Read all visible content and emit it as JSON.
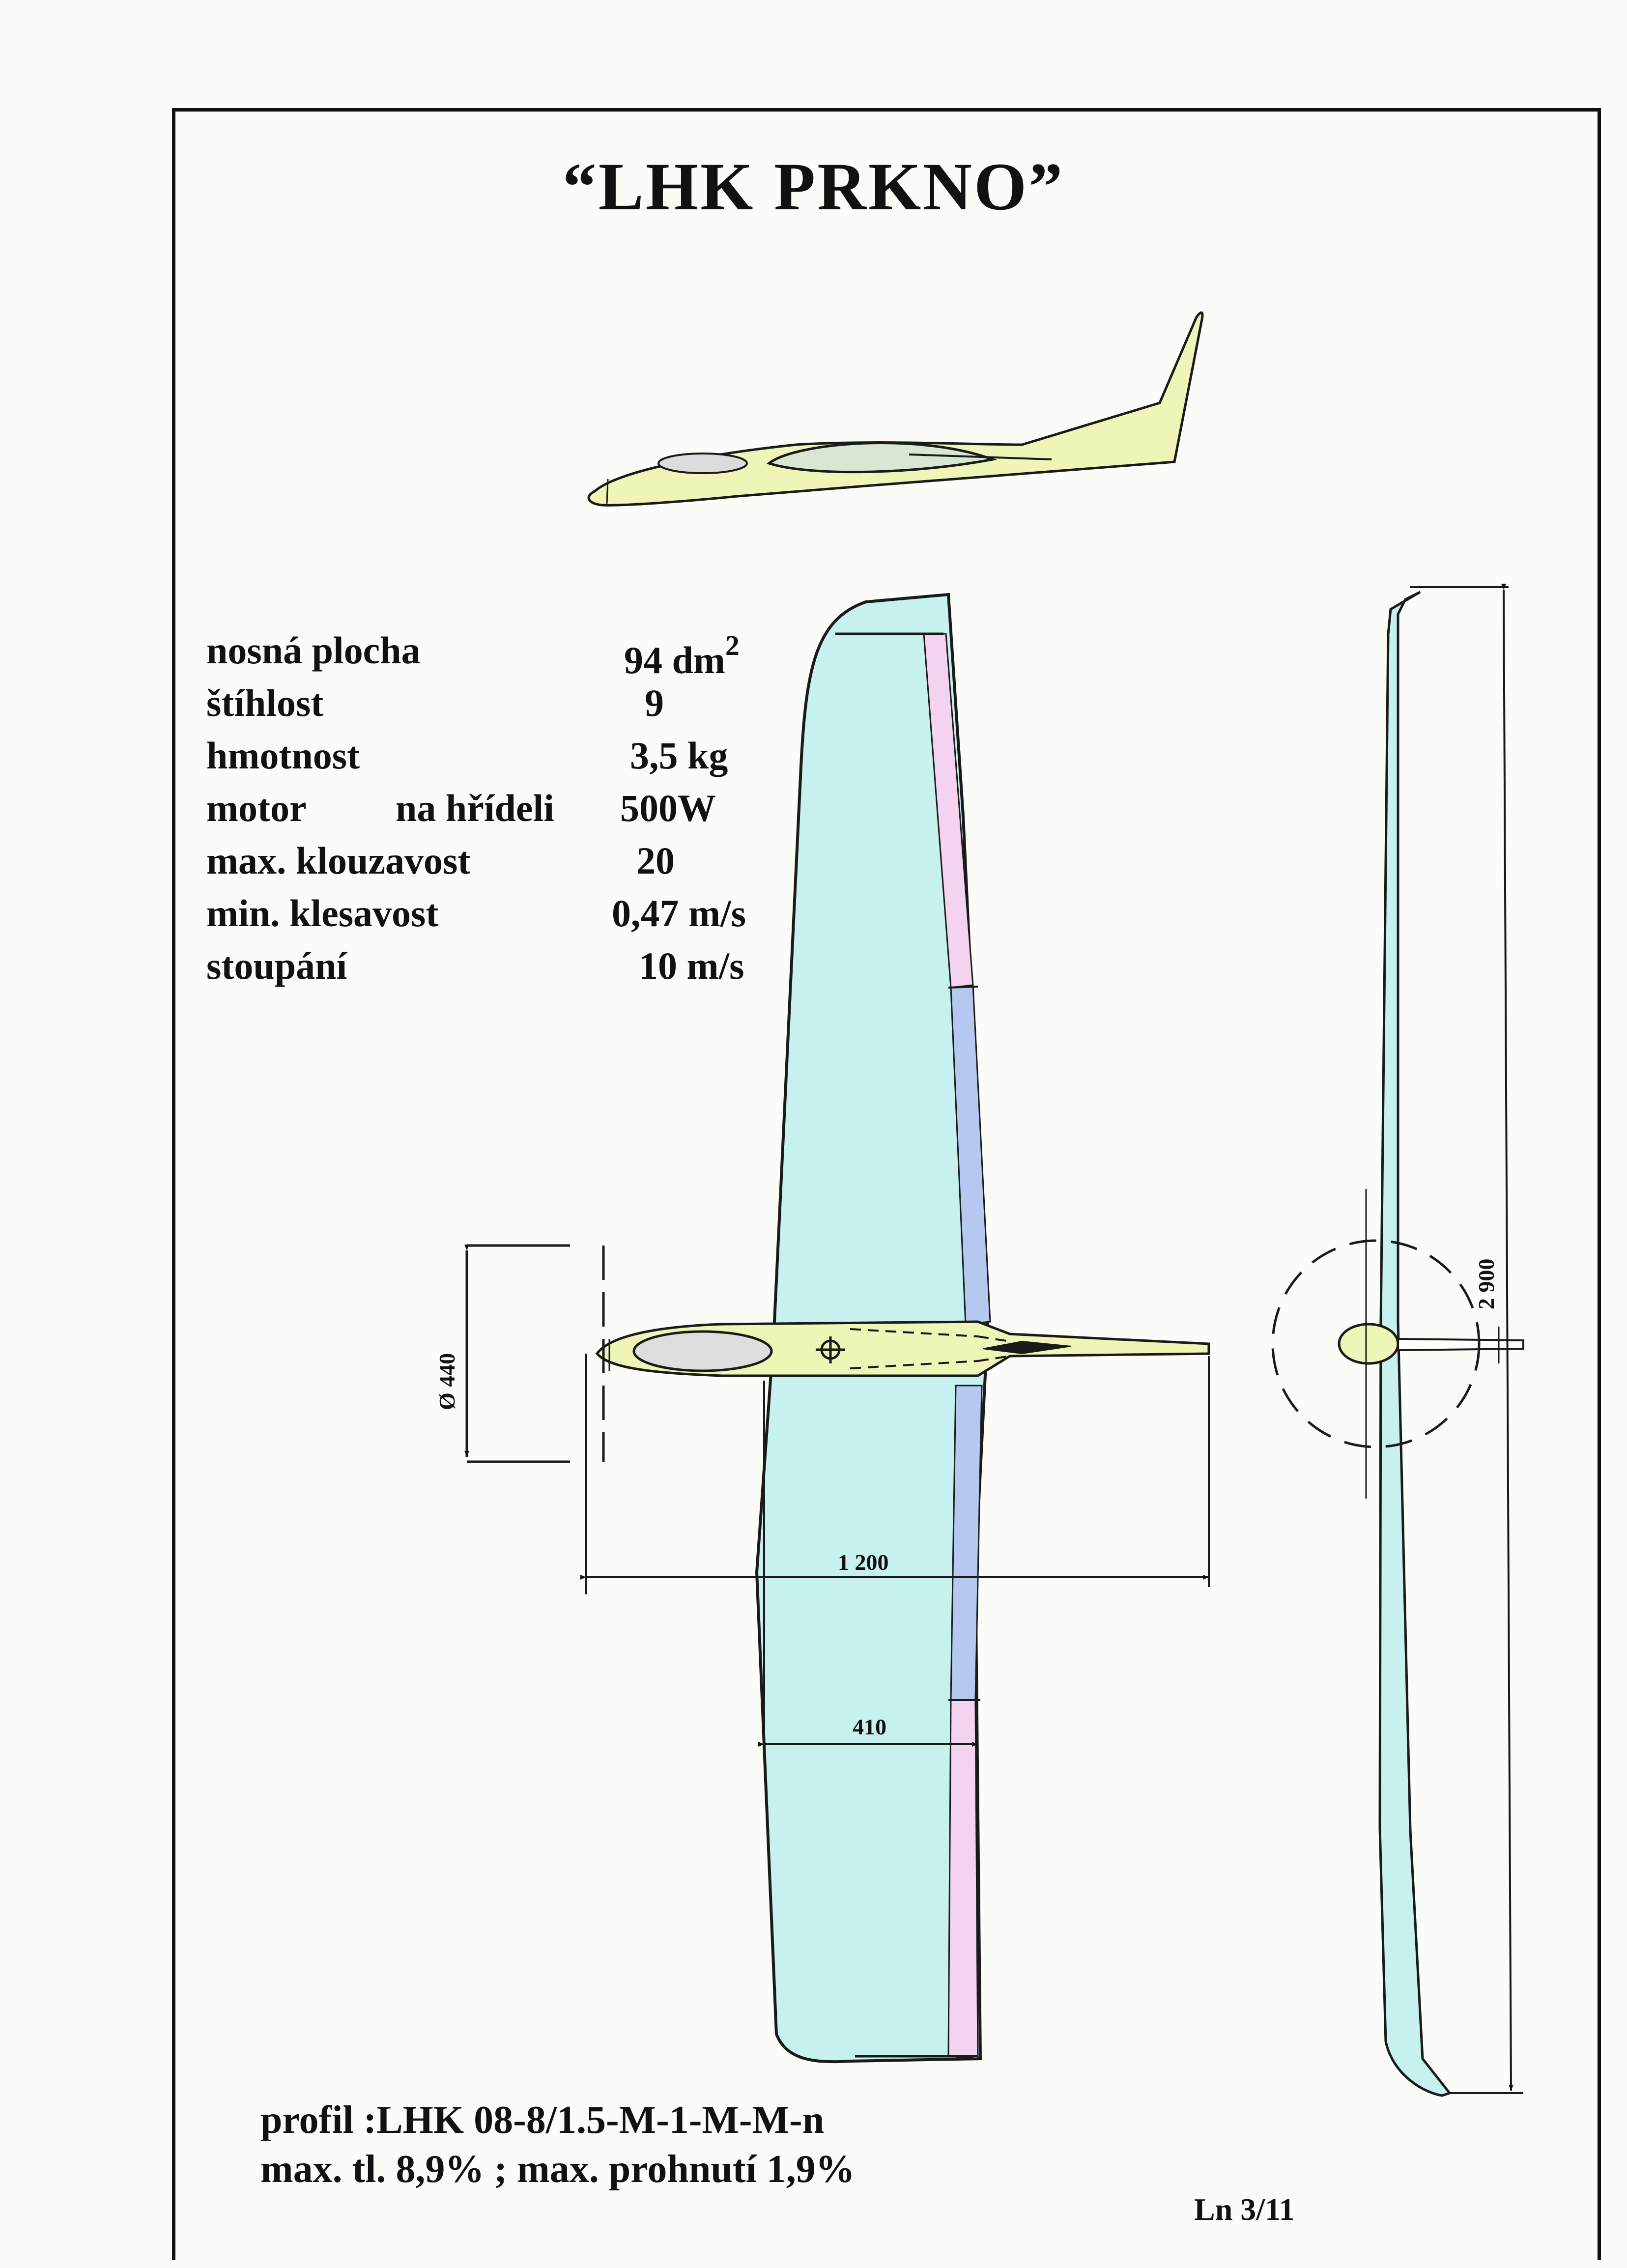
{
  "title": "“LHK  PRKNO”",
  "specs": [
    {
      "label": "nosná plocha",
      "value": "94 dm",
      "sup": "2"
    },
    {
      "label": "štíhlost",
      "value": "9"
    },
    {
      "label": "hmotnost",
      "value": "3,5 kg"
    },
    {
      "label": "motor",
      "label2": "na hřídeli",
      "value": "500W"
    },
    {
      "label": "max. klouzavost",
      "value": "20"
    },
    {
      "label": "min. klesavost",
      "value": "0,47 m/s"
    },
    {
      "label": "stoupání",
      "value": "10 m/s"
    }
  ],
  "dimensions": {
    "propeller": "Ø 440",
    "length": "1 200",
    "root_chord": "410",
    "span": "2 900"
  },
  "profile_line1": "profil :LHK 08-8/1.5-M-1-M-M-n",
  "profile_line2": "max. tl.  8,9% ; max. prohnutí 1,9%",
  "sheet_number": "Ln 3/11",
  "colors": {
    "fuselage": "#eef5b6",
    "wing": "#c6f1ee",
    "flaps": "#f3d3ef",
    "ailerons": "#b5c9f0",
    "outline": "#1a1a1a"
  }
}
